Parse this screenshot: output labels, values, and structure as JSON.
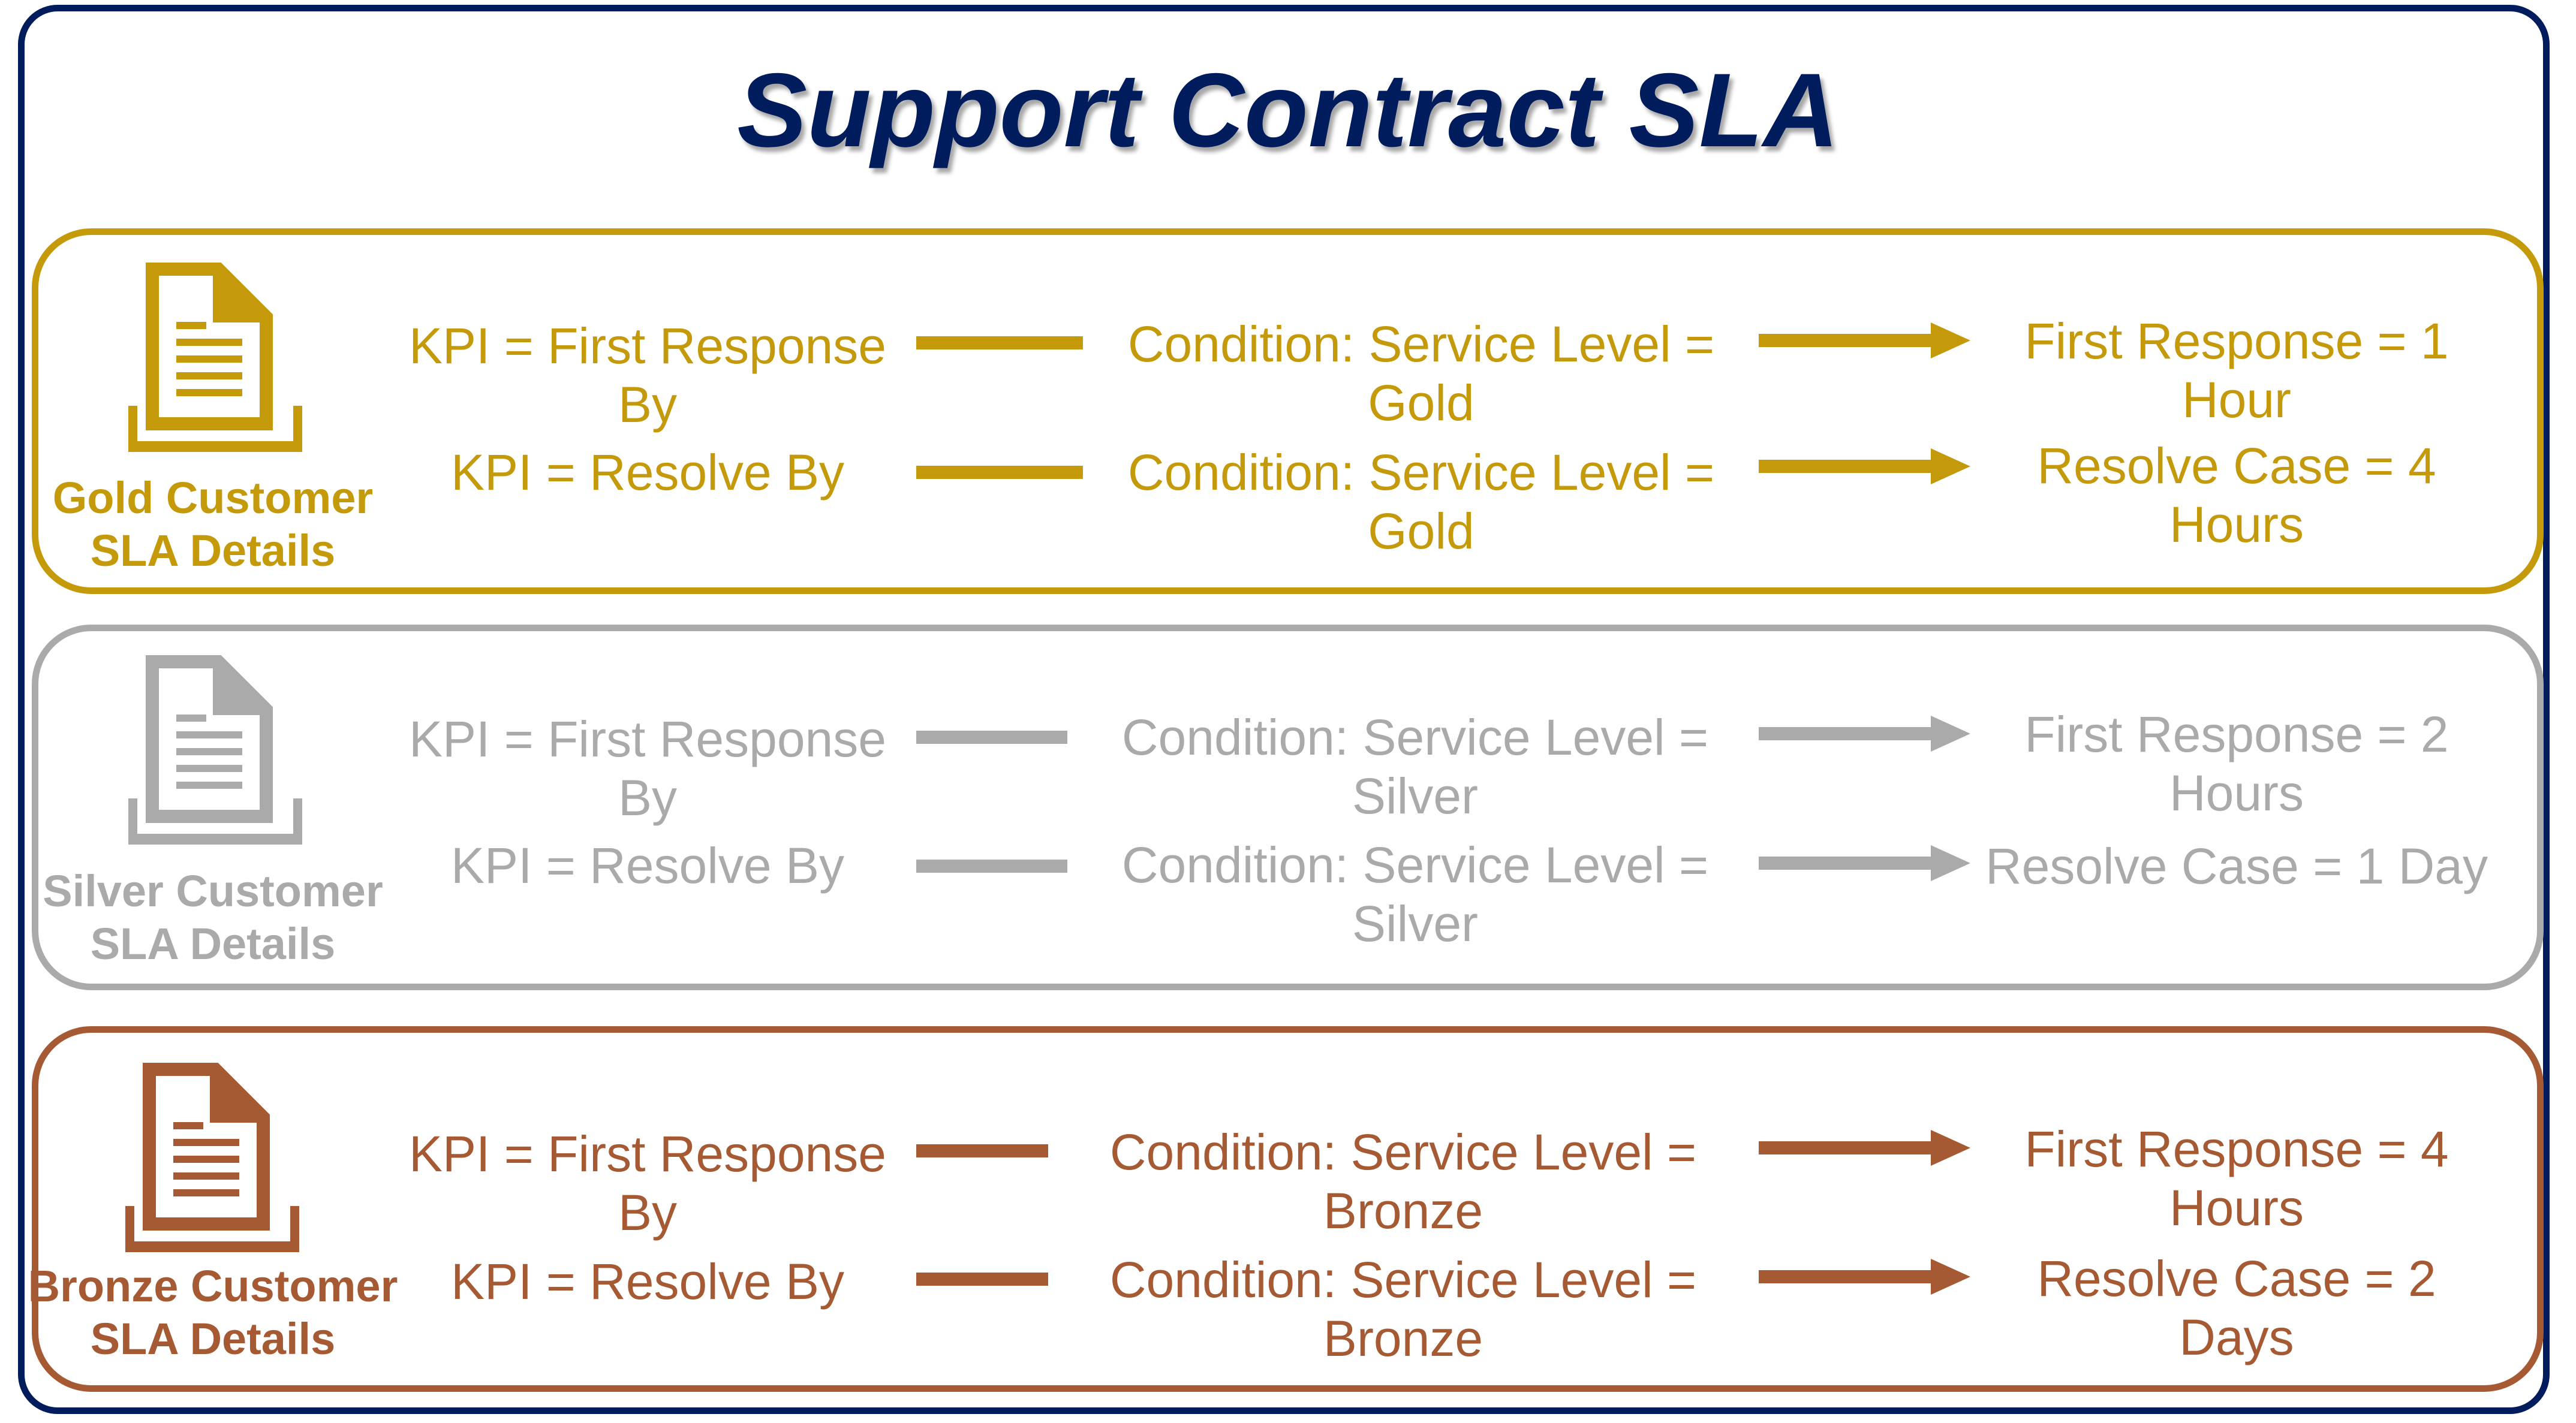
{
  "title": "Support Contract SLA",
  "colors": {
    "frame": "#001c5c",
    "title": "#001c5c",
    "gold": "#c49a0a",
    "silver": "#aaaaaa",
    "bronze": "#a65a34"
  },
  "icon": "document-icon",
  "tiers": [
    {
      "id": "gold",
      "label": "Gold Customer\nSLA Details",
      "rows": [
        {
          "kpi": "KPI = First Response\nBy",
          "condition": "Condition: Service Level =\nGold",
          "result": "First Response = 1\nHour"
        },
        {
          "kpi": "KPI = Resolve By",
          "condition": "Condition: Service Level =\nGold",
          "result": "Resolve Case = 4\nHours"
        }
      ]
    },
    {
      "id": "silver",
      "label": "Silver Customer\nSLA Details",
      "rows": [
        {
          "kpi": "KPI = First Response\nBy",
          "condition": "Condition: Service Level =\nSilver",
          "result": "First Response = 2\nHours"
        },
        {
          "kpi": "KPI = Resolve By",
          "condition": "Condition: Service Level =\nSilver",
          "result": "Resolve Case = 1 Day"
        }
      ]
    },
    {
      "id": "bronze",
      "label": "Bronze Customer\nSLA Details",
      "rows": [
        {
          "kpi": "KPI = First Response\nBy",
          "condition": "Condition: Service Level =\nBronze",
          "result": "First Response = 4\nHours"
        },
        {
          "kpi": "KPI = Resolve By",
          "condition": "Condition: Service Level =\nBronze",
          "result": "Resolve Case = 2\nDays"
        }
      ]
    }
  ]
}
